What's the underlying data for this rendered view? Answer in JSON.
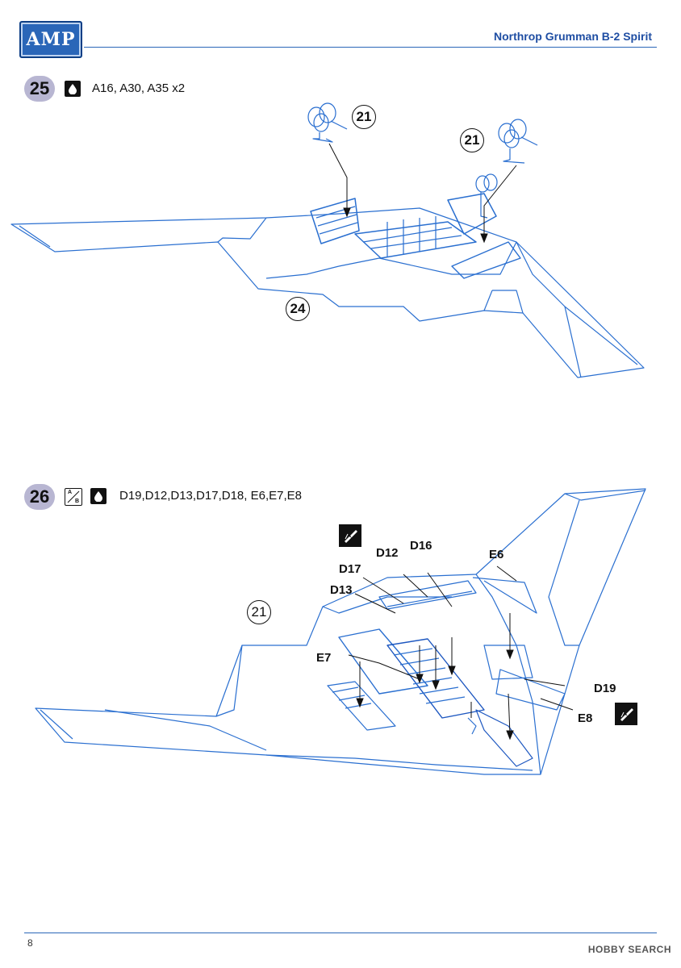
{
  "header": {
    "logo": "AMP",
    "title": "Northrop Grumman B-2 Spirit"
  },
  "steps": [
    {
      "number": "25",
      "icons": [
        "glue-drop-icon"
      ],
      "parts": "A16, A30, A35 x2",
      "callouts": {
        "gear_ref_left": "21",
        "gear_ref_right": "21",
        "prev_step_ref": "24"
      }
    },
    {
      "number": "26",
      "icons": [
        "decal-ab-icon",
        "glue-drop-icon"
      ],
      "parts": "D19,D12,D13,D17,D18, E6,E7,E8",
      "callouts": {
        "d12": "D12",
        "d16": "D16",
        "e6": "E6",
        "d17": "D17",
        "d13": "D13",
        "e7": "E7",
        "d19": "D19",
        "e8": "E8",
        "prev_step_ref": "21"
      },
      "decal_icon_text": {
        "a": "A",
        "b": "B"
      }
    }
  ],
  "footer": {
    "page_number": "8",
    "watermark": "HOBBY SEARCH"
  },
  "colors": {
    "line_art": "#2a6fd0",
    "brand": "#2a66b8",
    "badge": "#b8b6d2"
  }
}
